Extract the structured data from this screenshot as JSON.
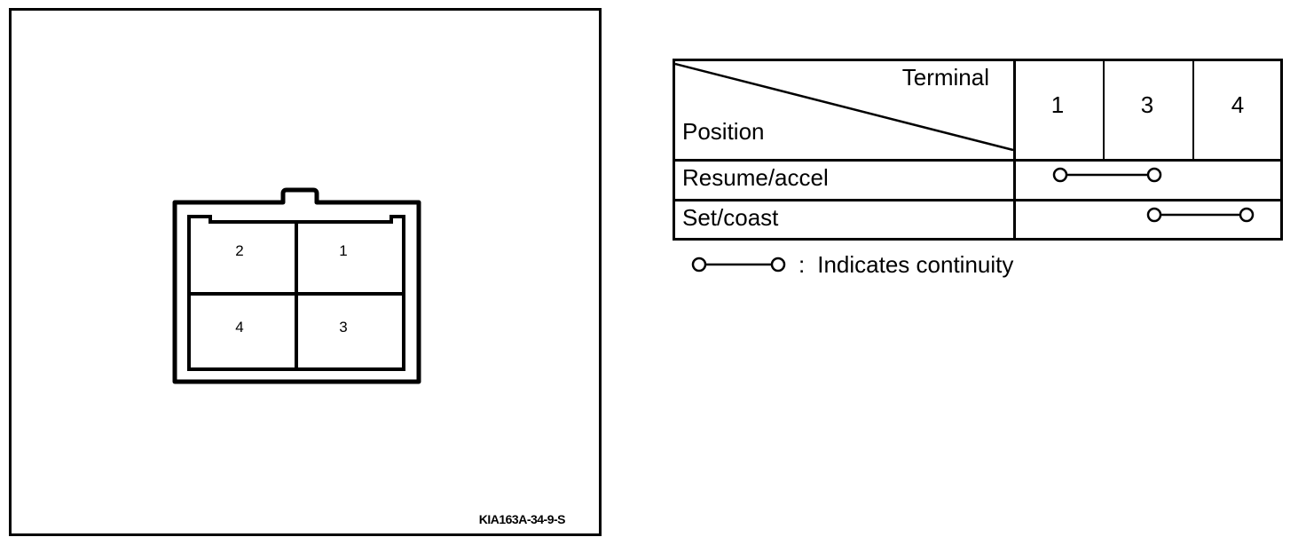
{
  "connector": {
    "pins": {
      "top_left": "2",
      "top_right": "1",
      "bottom_left": "4",
      "bottom_right": "3"
    },
    "figure_code": "KIA163A-34-9-S"
  },
  "table": {
    "header_terminal": "Terminal",
    "header_position": "Position",
    "terminals": [
      "1",
      "3",
      "4"
    ],
    "rows": [
      {
        "label": "Resume/accel",
        "connects": [
          "1",
          "3"
        ]
      },
      {
        "label": "Set/coast",
        "connects": [
          "3",
          "4"
        ]
      }
    ]
  },
  "legend": {
    "separator": ":",
    "text": "Indicates continuity"
  }
}
